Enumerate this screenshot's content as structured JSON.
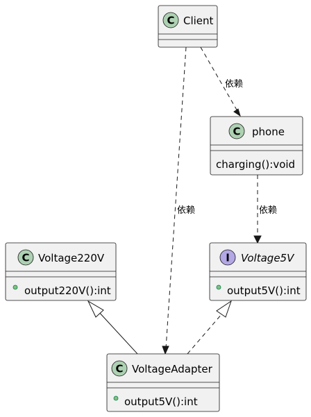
{
  "diagram": {
    "classes": [
      {
        "id": "client",
        "kind": "class",
        "name": "Client",
        "methods": []
      },
      {
        "id": "phone",
        "kind": "class",
        "name": "phone",
        "methods": [
          {
            "label": "charging():void",
            "visibility": "none"
          }
        ]
      },
      {
        "id": "voltage220v",
        "kind": "class",
        "name": "Voltage220V",
        "methods": [
          {
            "label": "output220V():int",
            "visibility": "public"
          }
        ]
      },
      {
        "id": "voltage5v",
        "kind": "interface",
        "name": "Voltage5V",
        "methods": [
          {
            "label": "output5V():int",
            "visibility": "public"
          }
        ]
      },
      {
        "id": "voltageadapter",
        "kind": "class",
        "name": "VoltageAdapter",
        "methods": [
          {
            "label": "output5V():int",
            "visibility": "public"
          }
        ]
      }
    ],
    "relations": [
      {
        "id": "client-phone",
        "type": "dependency",
        "from": "client",
        "to": "phone",
        "label": "依赖"
      },
      {
        "id": "client-adapter",
        "type": "dependency",
        "from": "client",
        "to": "voltageadapter",
        "label": "依赖"
      },
      {
        "id": "phone-voltage5v",
        "type": "dependency",
        "from": "phone",
        "to": "voltage5v",
        "label": "依赖"
      },
      {
        "id": "adapter-voltage220v",
        "type": "inheritance",
        "from": "voltageadapter",
        "to": "voltage220v",
        "label": ""
      },
      {
        "id": "adapter-voltage5v",
        "type": "realization",
        "from": "voltageadapter",
        "to": "voltage5v",
        "label": ""
      }
    ],
    "badges": {
      "class": "C",
      "interface": "I"
    },
    "colors": {
      "box_fill": "#F1F1F1",
      "border": "#181818",
      "class_badge": "#ADD1B2",
      "interface_badge": "#B4A7E5",
      "public_dot": "#84BE84",
      "public_dot_border": "#038048"
    }
  }
}
